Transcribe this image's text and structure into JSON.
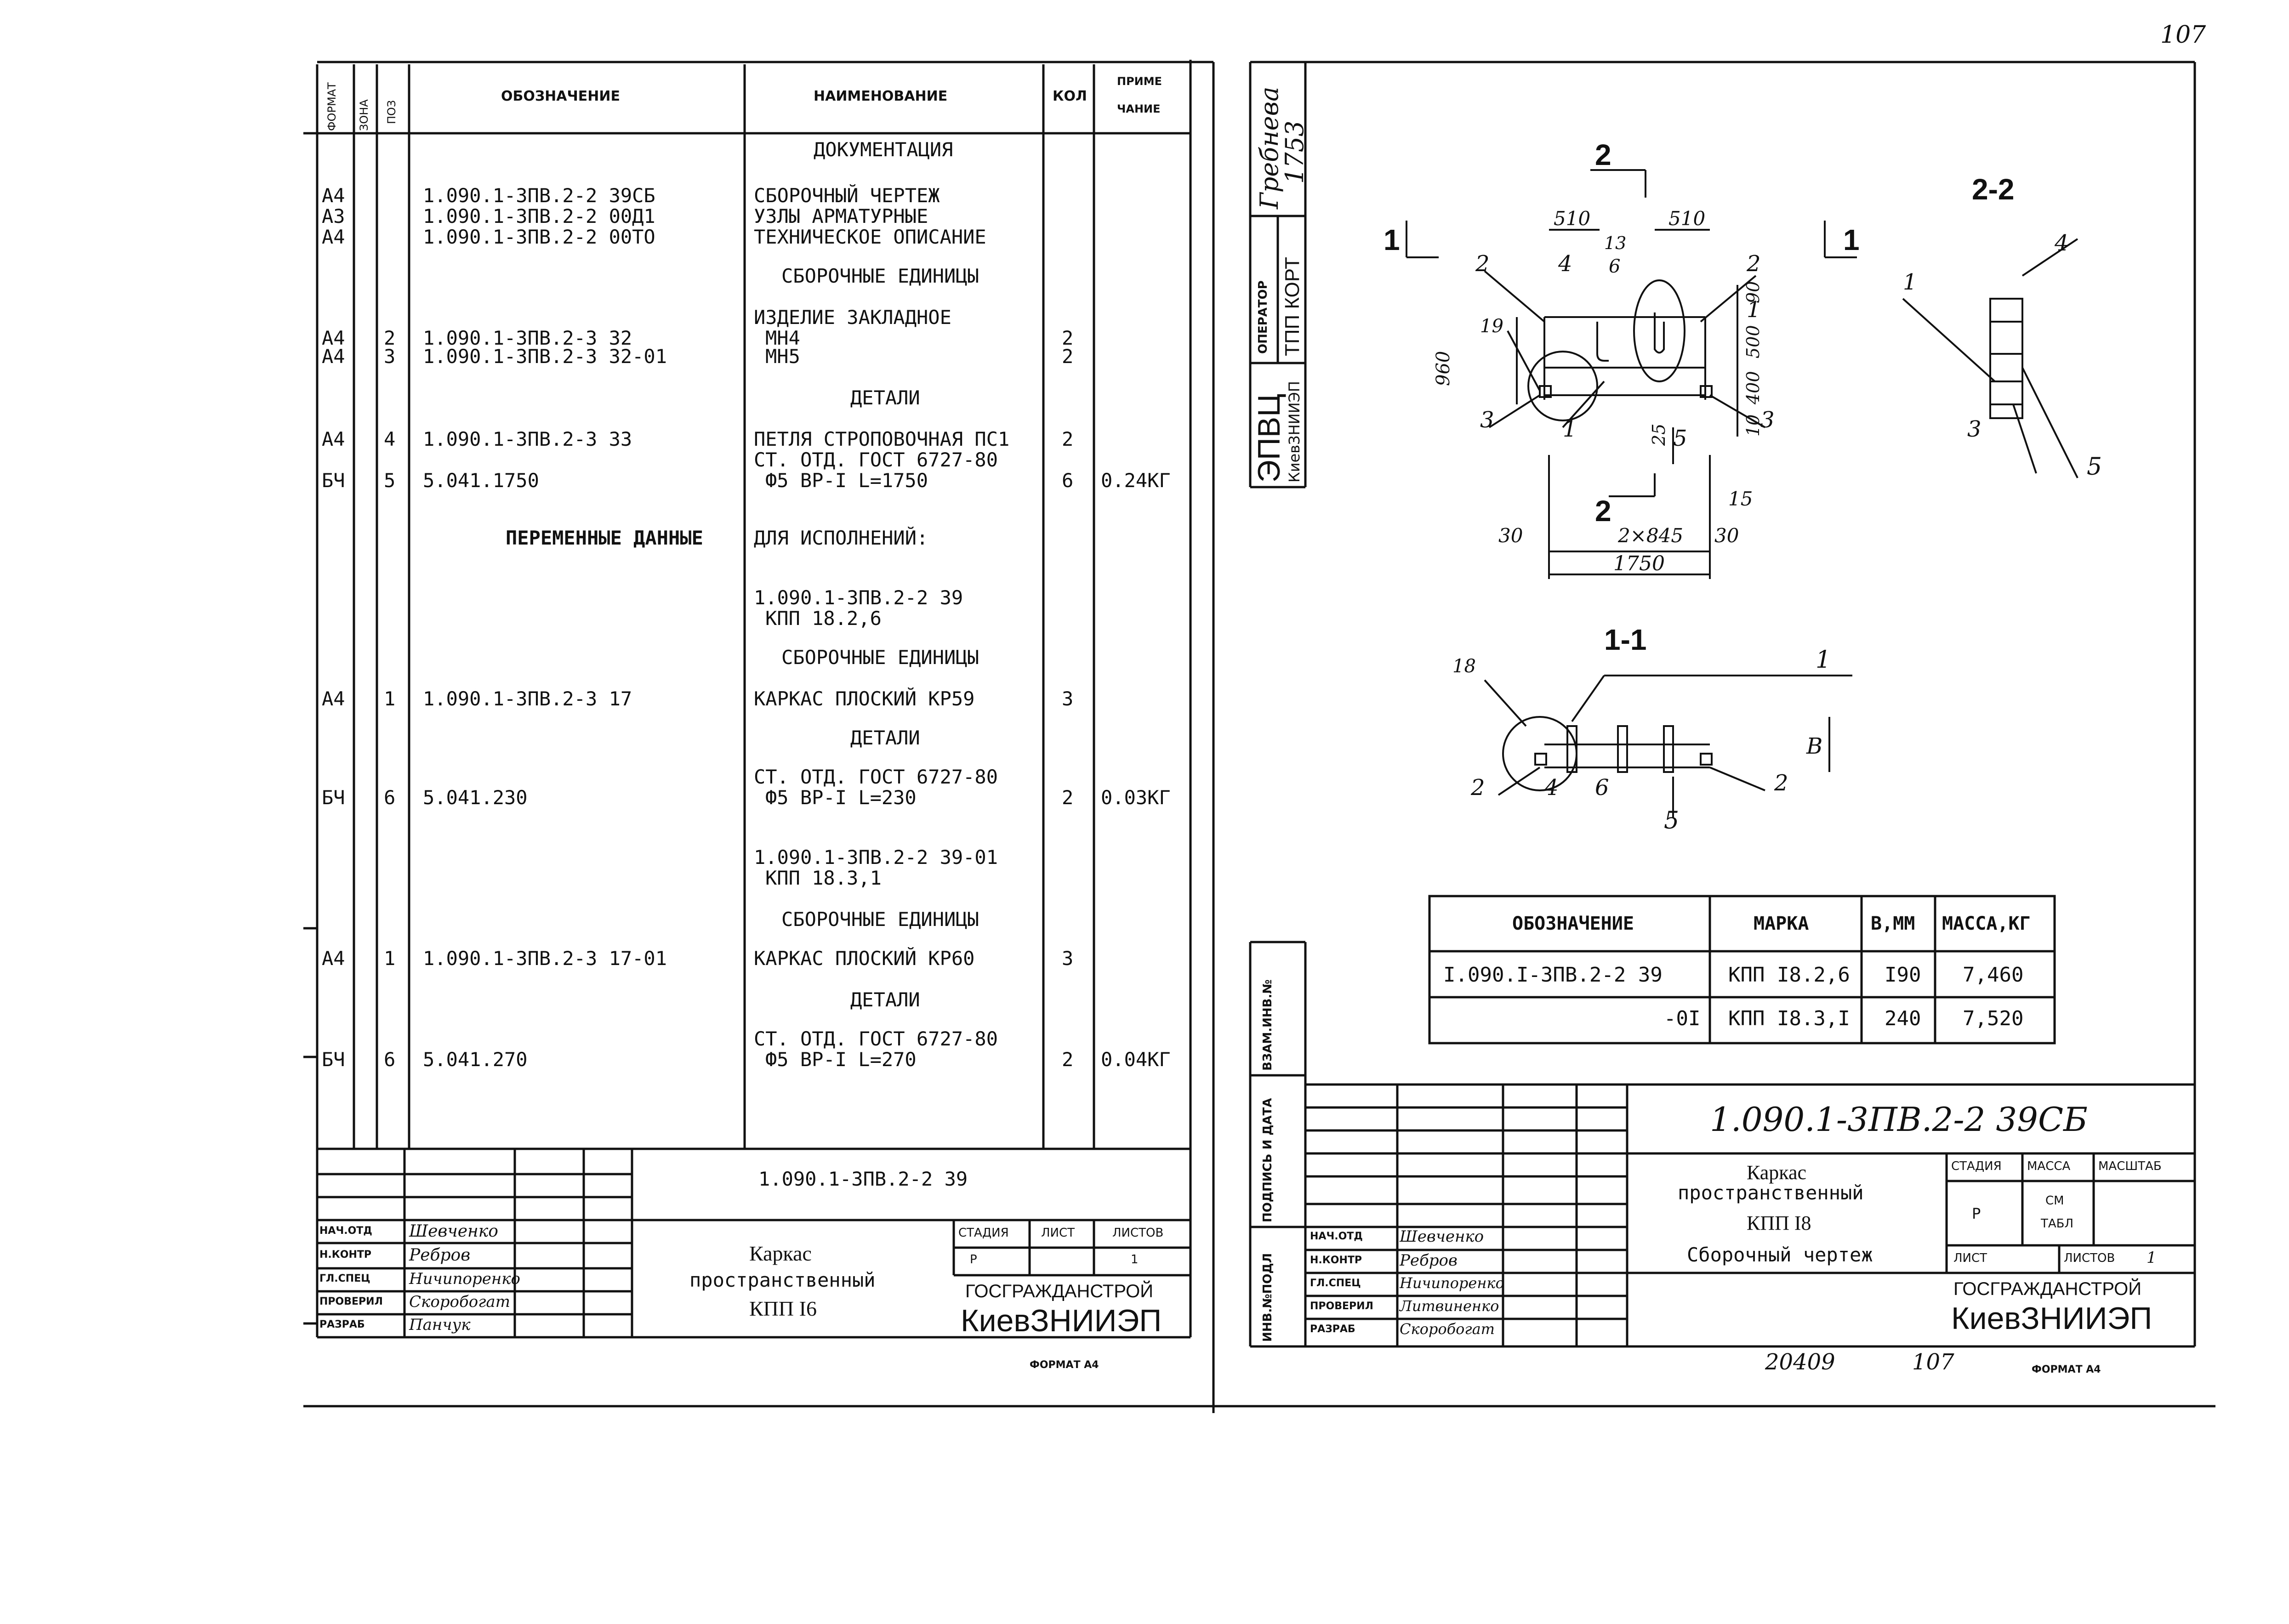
{
  "corner_number": "107",
  "left_sheet": {
    "headers": {
      "format": "ФОРМАТ",
      "zone": "ЗОНА",
      "pos": "ПОЗ",
      "designation": "ОБОЗНАЧЕНИЕ",
      "name": "НАИМЕНОВАНИЕ",
      "qty": "КОЛ",
      "note_1": "ПРИМЕ",
      "note_2": "ЧАНИЕ"
    },
    "sections": {
      "documentation": "ДОКУМЕНТАЦИЯ",
      "assembly_units": "СБОРОЧНЫЕ ЕДИНИЦЫ",
      "details": "ДЕТАЛИ",
      "variable_data": "ПЕРЕМЕННЫЕ ДАННЫЕ",
      "for_variants": "ДЛЯ ИСПОЛНЕНИЙ:",
      "assembly_units_2": "СБОРОЧНЫЕ ЕДИНИЦЫ",
      "details_2": "ДЕТАЛИ",
      "assembly_units_3": "СБОРОЧНЫЕ ЕДИНИЦЫ",
      "details_3": "ДЕТАЛИ"
    },
    "rows": [
      {
        "format": "А4",
        "pos": "",
        "designation": "1.090.1-3ПВ.2-2 39СБ",
        "name": "СБОРОЧНЫЙ ЧЕРТЕЖ",
        "qty": "",
        "note": ""
      },
      {
        "format": "А3",
        "pos": "",
        "designation": "1.090.1-3ПВ.2-2 00Д1",
        "name": "УЗЛЫ АРМАТУРНЫЕ",
        "qty": "",
        "note": ""
      },
      {
        "format": "А4",
        "pos": "",
        "designation": "1.090.1-3ПВ.2-2 00ТО",
        "name": "ТЕХНИЧЕСКОЕ ОПИСАНИЕ",
        "qty": "",
        "note": ""
      },
      {
        "format": "",
        "pos": "",
        "designation": "",
        "name": "ИЗДЕЛИЕ ЗАКЛАДНОЕ",
        "qty": "",
        "note": ""
      },
      {
        "format": "А4",
        "pos": "2",
        "designation": "1.090.1-3ПВ.2-3 32",
        "name": "МН4",
        "qty": "2",
        "note": ""
      },
      {
        "format": "А4",
        "pos": "3",
        "designation": "1.090.1-3ПВ.2-3 32-01",
        "name": "МН5",
        "qty": "2",
        "note": ""
      },
      {
        "format": "А4",
        "pos": "4",
        "designation": "1.090.1-3ПВ.2-3 33",
        "name": "ПЕТЛЯ СТРОПОВОЧНАЯ ПС1",
        "qty": "2",
        "note": ""
      },
      {
        "format": "",
        "pos": "",
        "designation": "",
        "name": "СТ. ОТД. ГОСТ 6727-80",
        "qty": "",
        "note": ""
      },
      {
        "format": "БЧ",
        "pos": "5",
        "designation": "5.041.1750",
        "name": "Ф5 ВР-I L=1750",
        "qty": "6",
        "note": "0.24КГ"
      },
      {
        "format": "",
        "pos": "",
        "designation": "",
        "name": "1.090.1-3ПВ.2-2 39",
        "qty": "",
        "note": ""
      },
      {
        "format": "",
        "pos": "",
        "designation": "",
        "name": "КПП 18.2,6",
        "qty": "",
        "note": ""
      },
      {
        "format": "А4",
        "pos": "1",
        "designation": "1.090.1-3ПВ.2-3 17",
        "name": "КАРКАС ПЛОСКИЙ КР59",
        "qty": "3",
        "note": ""
      },
      {
        "format": "",
        "pos": "",
        "designation": "",
        "name": "СТ. ОТД. ГОСТ 6727-80",
        "qty": "",
        "note": ""
      },
      {
        "format": "БЧ",
        "pos": "6",
        "designation": "5.041.230",
        "name": "Ф5 ВР-I L=230",
        "qty": "2",
        "note": "0.03КГ"
      },
      {
        "format": "",
        "pos": "",
        "designation": "",
        "name": "1.090.1-3ПВ.2-2 39-01",
        "qty": "",
        "note": ""
      },
      {
        "format": "",
        "pos": "",
        "designation": "",
        "name": "КПП 18.3,1",
        "qty": "",
        "note": ""
      },
      {
        "format": "А4",
        "pos": "1",
        "designation": "1.090.1-3ПВ.2-3 17-01",
        "name": "КАРКАС ПЛОСКИЙ КР60",
        "qty": "3",
        "note": ""
      },
      {
        "format": "",
        "pos": "",
        "designation": "",
        "name": "СТ. ОТД. ГОСТ 6727-80",
        "qty": "",
        "note": ""
      },
      {
        "format": "БЧ",
        "pos": "6",
        "designation": "5.041.270",
        "name": "Ф5 ВР-I L=270",
        "qty": "2",
        "note": "0.04КГ"
      }
    ],
    "title_block": {
      "doc_code": "1.090.1-3ПВ.2-2 39",
      "title_1": "Каркас",
      "title_2": "пространственный",
      "title_3": "КПП I6",
      "stage_h": "СТАДИЯ",
      "sheet_h": "ЛИСТ",
      "sheets_h": "ЛИСТОВ",
      "stage": "Р",
      "sheets": "1",
      "org": "ГОСГРАЖДАНСТРОЙ",
      "institute": "КиевЗНИИЭП",
      "roles": [
        "НАЧ.ОТД",
        "Н.КОНТР",
        "ГЛ.СПЕЦ",
        "ПРОВЕРИЛ",
        "РАЗРАБ"
      ],
      "names": [
        "Шевченко",
        "Ребров",
        "Ничипоренко",
        "Скоробогат",
        "Панчук"
      ]
    },
    "format_label": "ФОРМАТ А4"
  },
  "stamp_vertical": {
    "name_1": "Гребнева",
    "name_2": "1753",
    "operator": "ОПЕРАТОР",
    "dept": "ТПП КОРТ",
    "org": "ЭПВЦ",
    "sub": "КиевЗНИИЭП"
  },
  "right_sheet": {
    "side_labels": [
      "ИНВ.№ПОДЛ",
      "ПОДПИСЬ И ДАТА",
      "ВЗАМ.ИНВ.№"
    ],
    "drawing": {
      "section_2_2": "2-2",
      "section_1_1": "1-1",
      "cut_1": "1",
      "cut_2": "2",
      "dims": {
        "d510a": "510",
        "d510b": "510",
        "d960": "960",
        "d90": "90",
        "d500": "500",
        "d400": "400",
        "d10": "10",
        "d25": "25",
        "d15": "15",
        "d30a": "30",
        "d30b": "30",
        "d2x845": "2×845",
        "d1750": "1750",
        "dB": "В"
      },
      "callouts": {
        "c1": "1",
        "c2": "2",
        "c3": "3",
        "c4": "4",
        "c5": "5",
        "c6": "6",
        "c13": "13",
        "c18": "18",
        "c19": "19"
      }
    },
    "variant_table": {
      "headers": [
        "ОБОЗНАЧЕНИЕ",
        "МАРКА",
        "В,ММ",
        "МАССА,КГ"
      ],
      "rows": [
        [
          "I.090.I-3ПВ.2-2 39",
          "КПП I8.2,6",
          "I90",
          "7,460"
        ],
        [
          "-0I",
          "КПП I8.3,I",
          "240",
          "7,520"
        ]
      ]
    },
    "title_block": {
      "doc_code": "1.090.1-3ПВ.2-2   39СБ",
      "title_1": "Каркас",
      "title_2": "пространственный",
      "title_3": "КПП I8",
      "title_4": "Сборочный чертеж",
      "stage_h": "СТАДИЯ",
      "mass_h": "МАССА",
      "scale_h": "МАСШТАБ",
      "stage": "Р",
      "mass_1": "СМ",
      "mass_2": "ТАБЛ",
      "sheet_h": "ЛИСТ",
      "sheets_h": "ЛИСТОВ",
      "sheets": "1",
      "org": "ГОСГРАЖДАНСТРОЙ",
      "institute": "КиевЗНИИЭП",
      "roles": [
        "НАЧ.ОТД",
        "Н.КОНТР",
        "ГЛ.СПЕЦ",
        "ПРОВЕРИЛ",
        "РАЗРАБ"
      ],
      "names": [
        "Шевченко",
        "Ребров",
        "Ничипоренко",
        "Литвиненко",
        "Скоробогат"
      ]
    },
    "footer_num_1": "20409",
    "footer_num_2": "107",
    "format_label": "ФОРМАТ А4"
  }
}
